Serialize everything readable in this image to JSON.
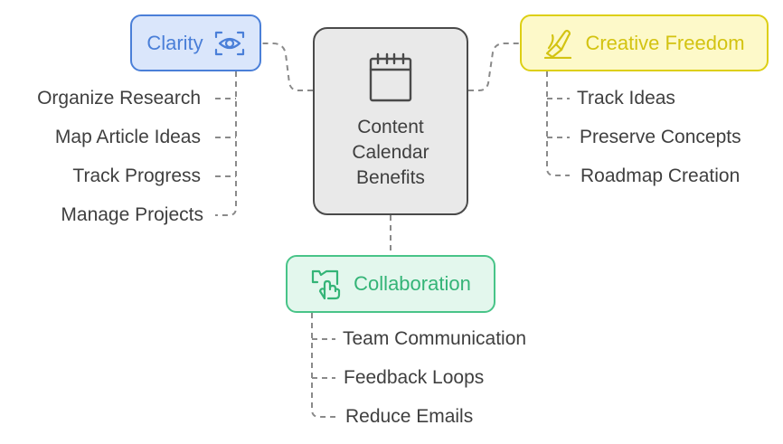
{
  "center": {
    "title": "Content Calendar Benefits",
    "icon": "calendar-icon"
  },
  "branches": {
    "clarity": {
      "label": "Clarity",
      "icon": "eye-scan-icon",
      "color": "#4a7fd8",
      "fill": "#dae6fb",
      "items": [
        "Organize Research",
        "Map Article Ideas",
        "Track Progress",
        "Manage Projects"
      ]
    },
    "creative": {
      "label": "Creative Freedom",
      "icon": "pen-paper-icon",
      "color": "#ddcf13",
      "fill": "#fdf9c9",
      "items": [
        "Track Ideas",
        "Preserve Concepts",
        "Roadmap Creation"
      ]
    },
    "collaboration": {
      "label": "Collaboration",
      "icon": "hand-touch-icon",
      "color": "#48c488",
      "fill": "#e3f7ed",
      "items": [
        "Team Communication",
        "Feedback Loops",
        "Reduce Emails"
      ]
    }
  },
  "connector_color": "#8a8a8a"
}
